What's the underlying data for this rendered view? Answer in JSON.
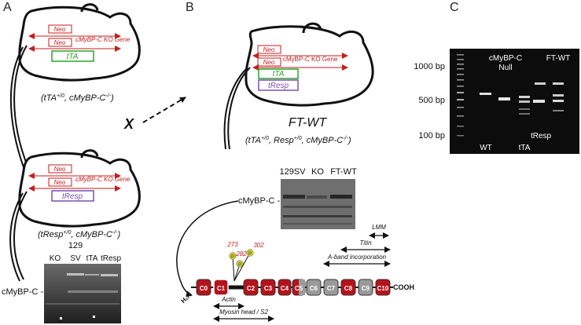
{
  "panels": {
    "a": {
      "letter": "A",
      "mouse1": {
        "neo_top": "Neo",
        "gene_label": "cMyBP-C  KO Gene",
        "neo_bottom": "Neo",
        "transgene": "tTA",
        "genotype_prefix": "(tTA",
        "genotype_sup1": "+/0",
        "genotype_mid": ", cMyBP-C",
        "genotype_sup2": "-/-",
        "genotype_suffix": ")"
      },
      "mouse2": {
        "neo_top": "Neo",
        "gene_label": "cMyBP-C  KO Gene",
        "neo_bottom": "Neo",
        "transgene": "tResp",
        "genotype_prefix": "(tResp",
        "genotype_sup1": "+/0",
        "genotype_mid": ", cMyBP-C",
        "genotype_sup2": "-/-",
        "genotype_suffix": ")"
      },
      "cross_symbol": "X",
      "blot": {
        "lanes_top": "129",
        "lanes": [
          "KO",
          "SV",
          "tTA",
          "tResp"
        ],
        "band_label": "cMyBP-C -"
      }
    },
    "b": {
      "letter": "B",
      "mouse": {
        "neo_top": "Neo",
        "gene_label": "cMyBP-C  KO Gene",
        "neo_bottom": "Neo",
        "transgene1": "tTA",
        "transgene2": "tResp",
        "name": "FT-WT",
        "genotype_prefix": "(tTA",
        "genotype_sup1": "+/0",
        "genotype_mid1": ", Resp",
        "genotype_sup2": "+/0",
        "genotype_mid2": ", cMyBP-C",
        "genotype_sup3": "-/-",
        "genotype_suffix": ")"
      },
      "blot": {
        "lanes": [
          "129SV",
          "KO",
          "FT-WT"
        ],
        "band_label": "cMyBP-C -"
      },
      "domains": {
        "n_term": "H₂N",
        "c_term": "COOH",
        "items": [
          "C0",
          "C1",
          "C2",
          "C3",
          "C4",
          "C5",
          "C6",
          "C7",
          "C8",
          "C9",
          "C10"
        ],
        "phospho_sites": [
          "273",
          "282",
          "302"
        ],
        "phospho_symbol": "P",
        "regions": [
          "LMM",
          "Titin",
          "A-band incorporation",
          "Actin",
          "Myosin head / S2"
        ],
        "colors": {
          "red": "#b5121b",
          "gray": "#9a9a9a",
          "phospho": "#c8c832"
        }
      }
    },
    "c": {
      "letter": "C",
      "ladder": [
        "1000 bp",
        "500 bp",
        "100 bp"
      ],
      "top_labels": {
        "null_line1": "cMyBP-C",
        "null_line2": "Null",
        "ftwt": "FT-WT"
      },
      "bottom_labels": {
        "wt": "WT",
        "tta": "tTA",
        "tresp": "tResp"
      }
    }
  }
}
